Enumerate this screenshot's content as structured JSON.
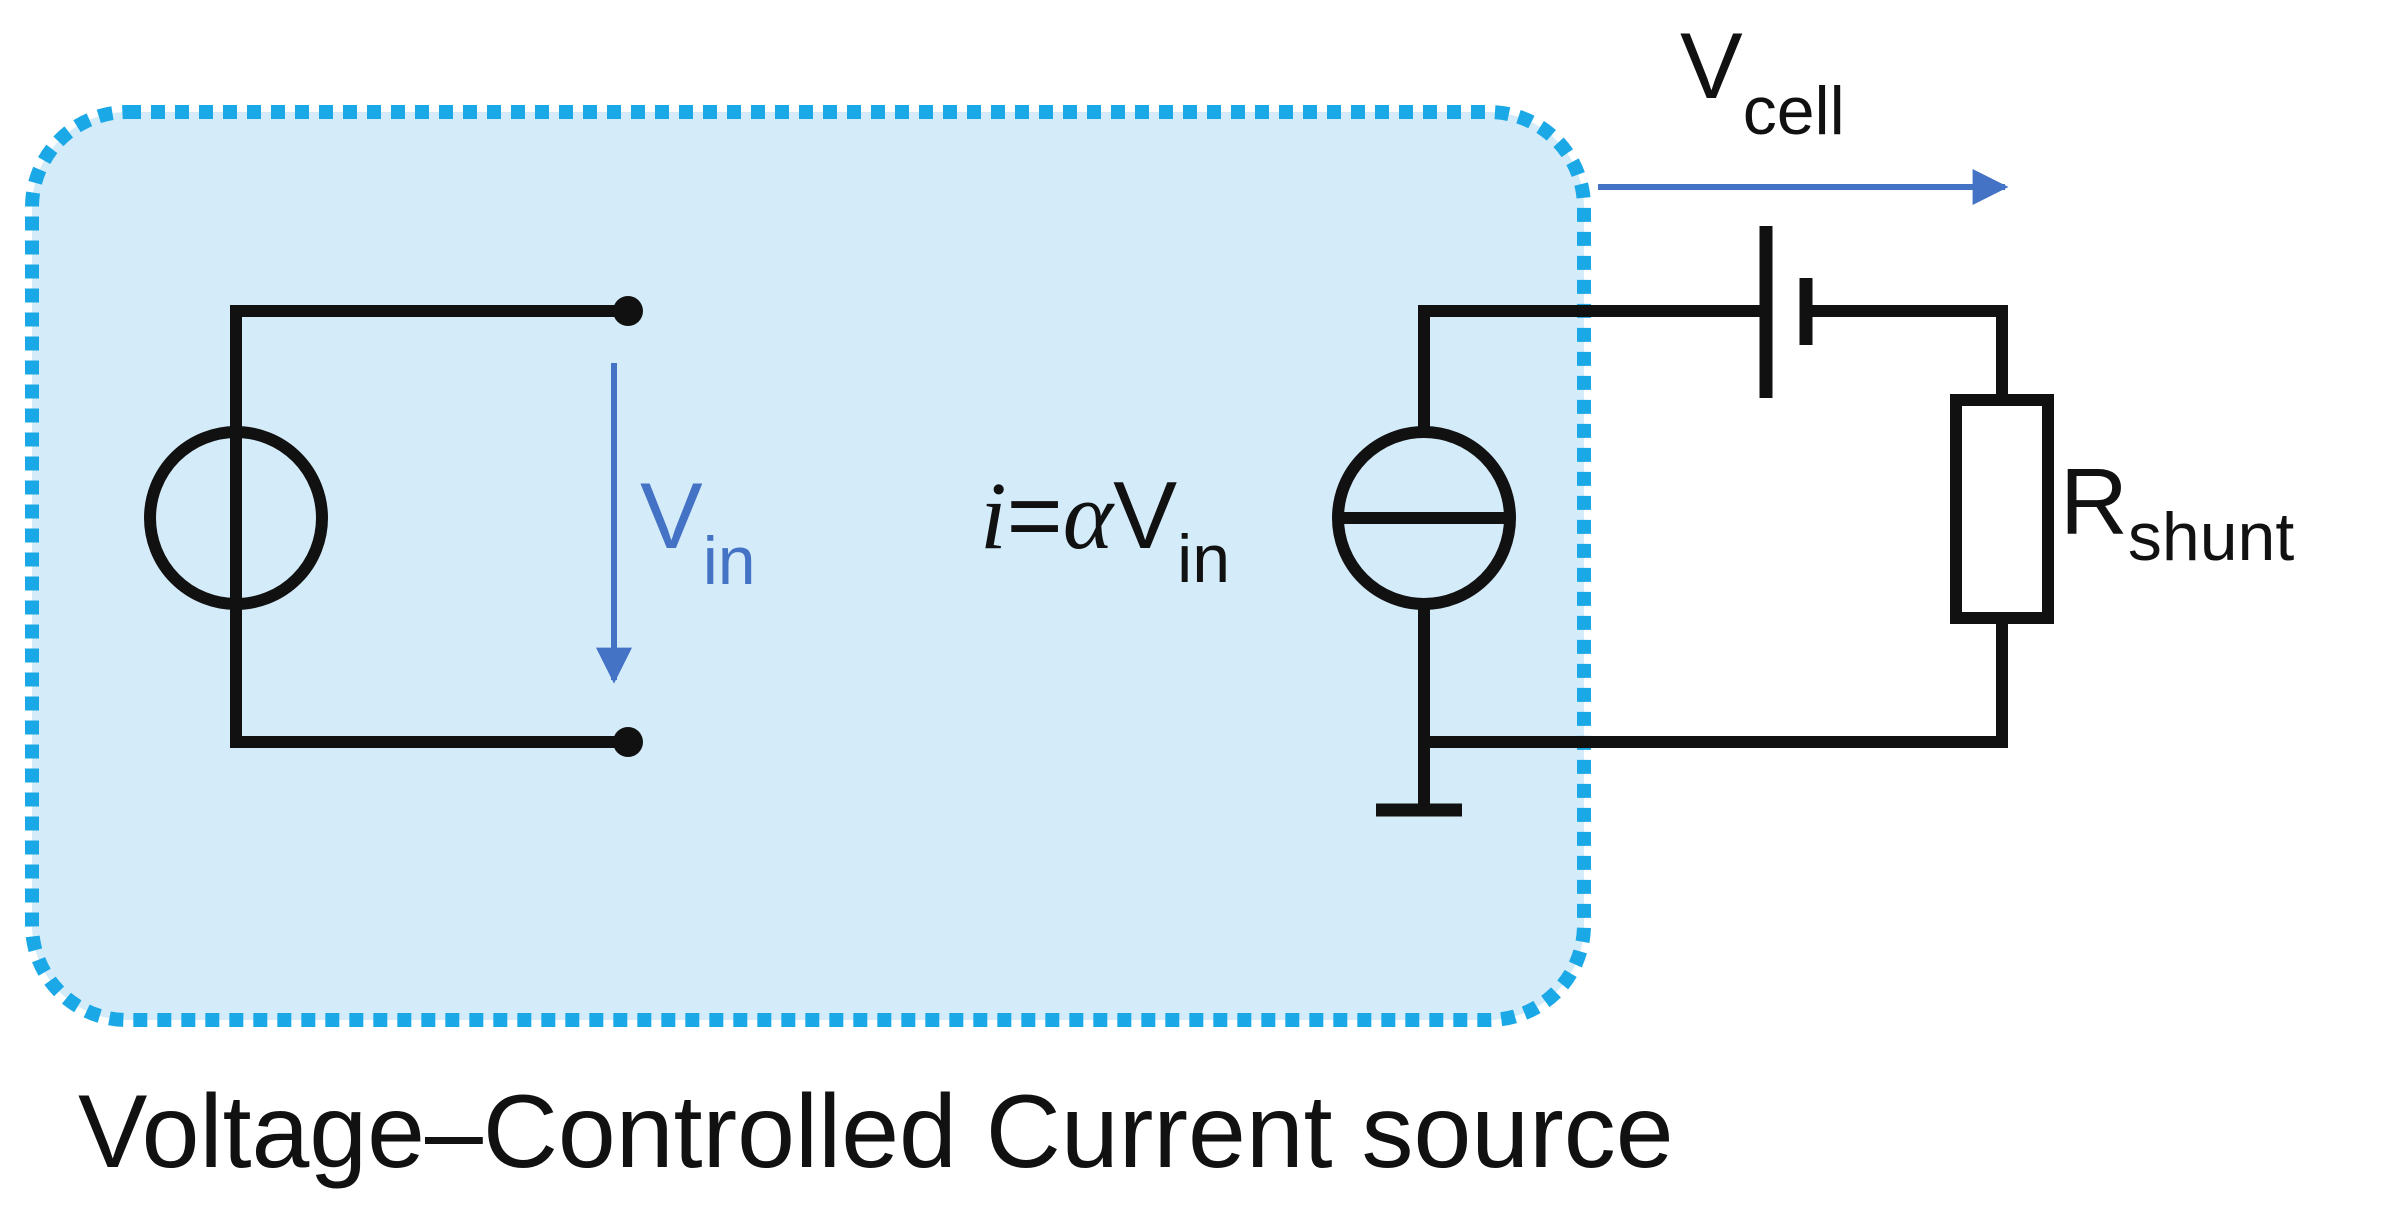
{
  "colors": {
    "box_fill": "#d4ebf9",
    "box_border": "#1aa8e6",
    "wire": "#111111",
    "arrow": "#4472c4"
  },
  "labels": {
    "vin_main": "V",
    "vin_sub": "in",
    "eq_i": "i",
    "eq_eq": "=",
    "eq_alpha": "α",
    "eq_v": "V",
    "eq_sub": "in",
    "vcell_main": "V",
    "vcell_sub": "cell",
    "rshunt_main": "R",
    "rshunt_sub": "shunt"
  },
  "caption": "Voltage–Controlled Current source"
}
